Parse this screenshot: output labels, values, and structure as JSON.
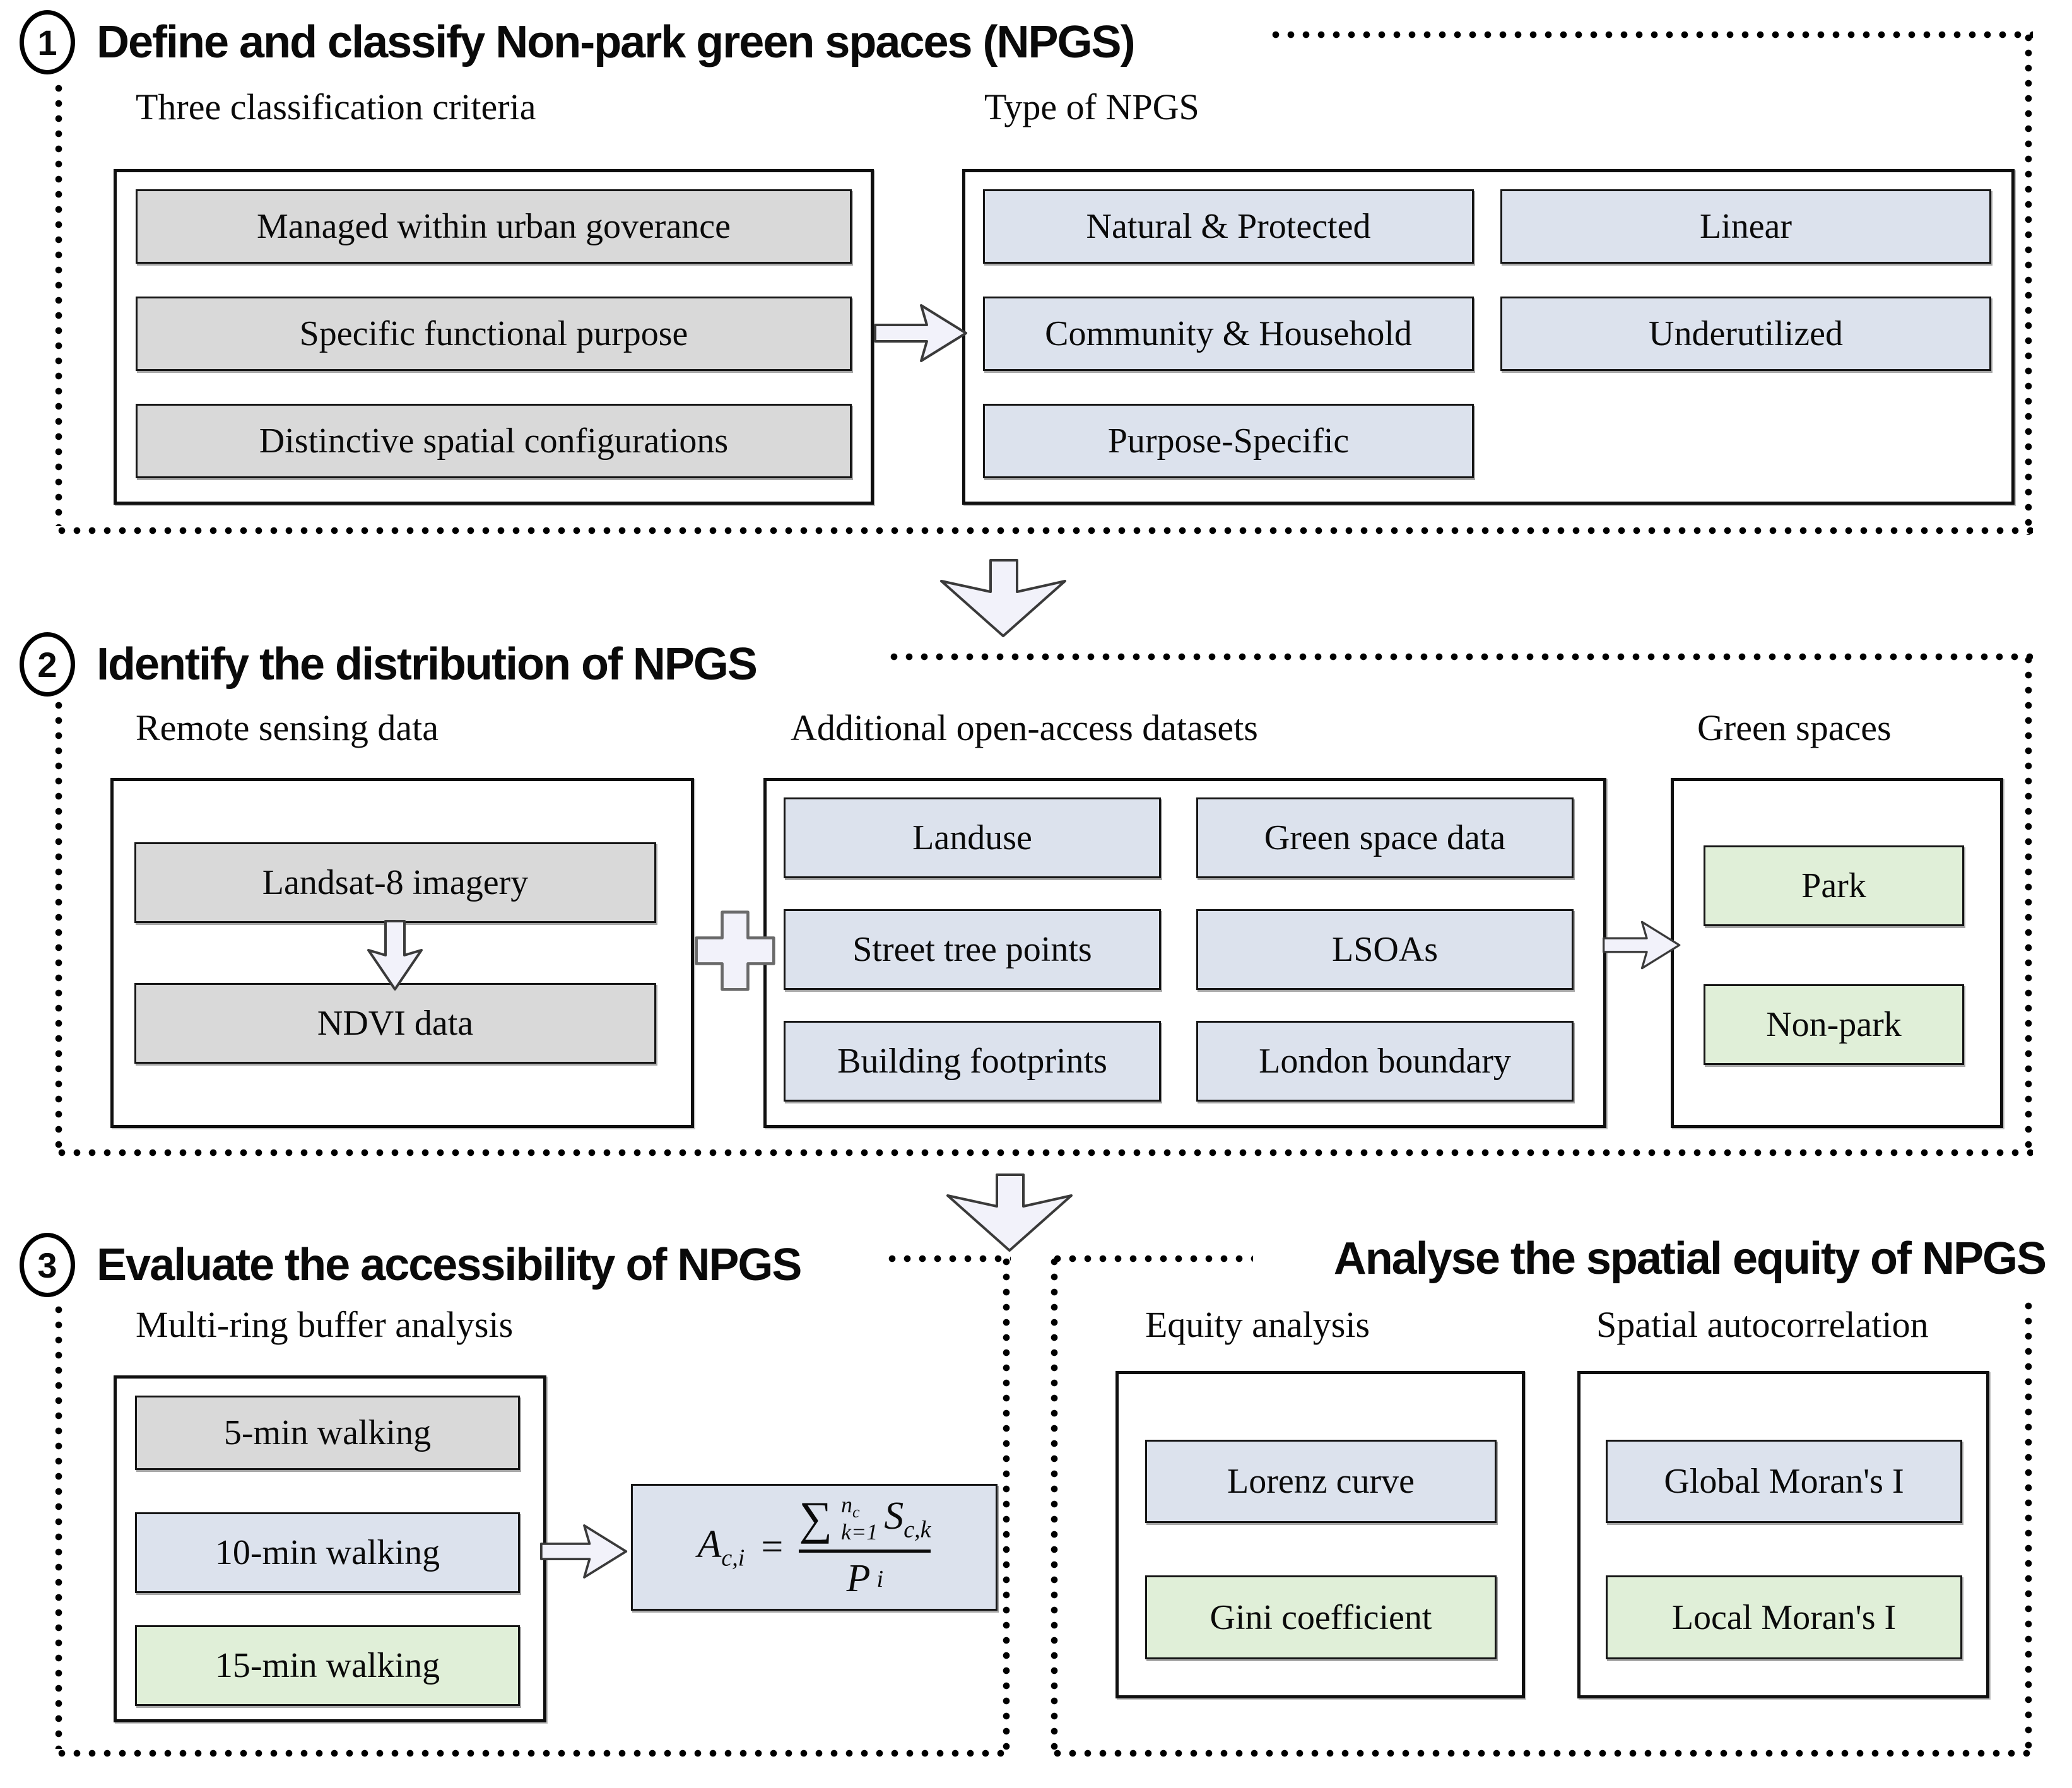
{
  "colors": {
    "gray": "#d9d9d9",
    "blue": "#dce2ed",
    "green": "#e0efd8",
    "arrow_fill": "#f2f2fa",
    "arrow_stroke": "#3a3a3a"
  },
  "section1": {
    "number": "1",
    "title": "Define and classify Non-park green spaces (NPGS)",
    "criteria_label": "Three classification criteria",
    "types_label": "Type of NPGS",
    "criteria": [
      "Managed within urban goverance",
      "Specific functional purpose",
      "Distinctive spatial configurations"
    ],
    "types": [
      "Natural & Protected",
      "Linear",
      "Community & Household",
      "Underutilized",
      "Purpose-Specific"
    ]
  },
  "section2": {
    "number": "2",
    "title": "Identify the distribution of NPGS",
    "remote_label": "Remote sensing data",
    "datasets_label": "Additional open-access datasets",
    "green_label": "Green spaces",
    "remote": [
      "Landsat-8 imagery",
      "NDVI data"
    ],
    "datasets": [
      "Landuse",
      "Green space data",
      "Street tree points",
      "LSOAs",
      "Building footprints",
      "London boundary"
    ],
    "green_spaces": [
      "Park",
      "Non-park"
    ]
  },
  "section3": {
    "number": "3",
    "title": "Evaluate the accessibility of NPGS",
    "buffer_label": "Multi-ring buffer analysis",
    "buffers": [
      "5-min walking",
      "10-min walking",
      "15-min walking"
    ],
    "formula": {
      "lhs": "A",
      "lhs_sub": "c,i",
      "equals": "=",
      "sigma": "∑",
      "sigma_sup_base": "n",
      "sigma_sup_sub": "c",
      "sigma_sub": "k=1",
      "num": "S",
      "num_sub": "c,k",
      "den": "P",
      "den_sub": "i"
    }
  },
  "section4": {
    "title": "Analyse the spatial equity of NPGS",
    "equity_label": "Equity analysis",
    "autocorr_label": "Spatial autocorrelation",
    "equity_items": [
      "Lorenz curve",
      "Gini coefficient"
    ],
    "autocorr_items": [
      "Global Moran's I",
      "Local Moran's I"
    ]
  }
}
